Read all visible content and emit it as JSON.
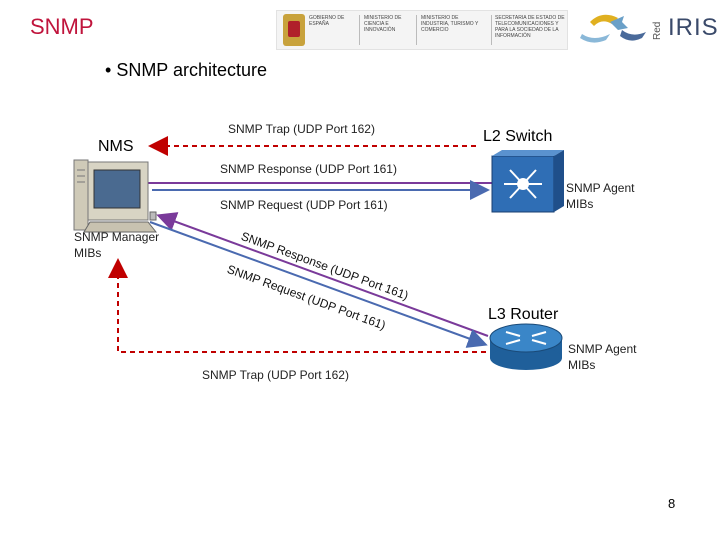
{
  "header": {
    "title": "SNMP"
  },
  "bullet": "SNMP architecture",
  "logos": {
    "gobierno": "GOBIERNO DE ESPAÑA",
    "ministerio1": "MINISTERIO DE CIENCIA E INNOVACIÓN",
    "ministerio2": "MINISTERIO DE INDUSTRIA, TURISMO Y COMERCIO",
    "secretaria": "SECRETARÍA DE ESTADO DE TELECOMUNICACIONES Y PARA LA SOCIEDAD DE LA INFORMACIÓN",
    "red": "Red",
    "iris": "IRIS"
  },
  "diagram": {
    "nms_label": "NMS",
    "manager_label_1": "SNMP Manager",
    "manager_label_2": "MIBs",
    "l2_label": "L2 Switch",
    "l2_agent_1": "SNMP Agent",
    "l2_agent_2": "MIBs",
    "l3_label": "L3 Router",
    "l3_agent_1": "SNMP Agent",
    "l3_agent_2": "MIBs",
    "trap_top": "SNMP Trap (UDP Port 162)",
    "response_l2": "SNMP Response (UDP Port 161)",
    "request_l2": "SNMP Request (UDP Port 161)",
    "response_l3": "SNMP Response (UDP Port 161)",
    "request_l3": "SNMP Request (UDP Port 161)",
    "trap_bottom": "SNMP Trap (UDP Port 162)"
  },
  "colors": {
    "title": "#c0143c",
    "trap": "#c00000",
    "response": "#7a3a9a",
    "request": "#4a6ab0",
    "switch": "#2f6eb5"
  },
  "page_number": "8"
}
